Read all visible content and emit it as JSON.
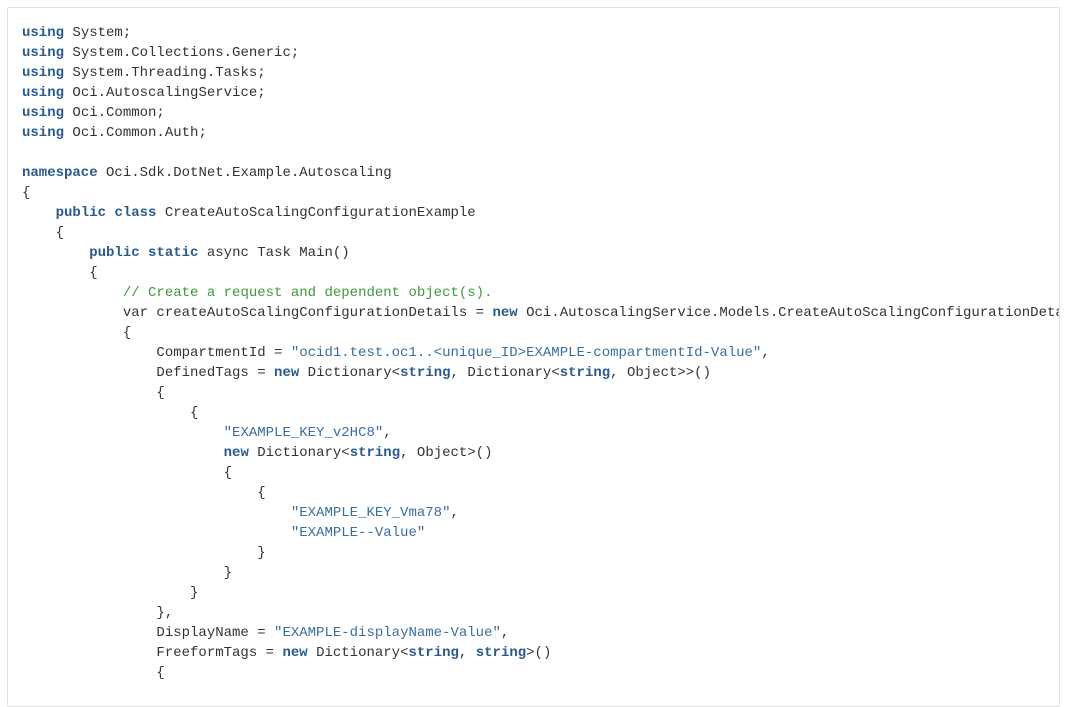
{
  "colors": {
    "keyword": "#2a5a8c",
    "string": "#3a6ea0",
    "comment": "#3c9a3c",
    "plain": "#333333"
  },
  "code_lines": [
    [
      [
        "k",
        "using"
      ],
      [
        "p",
        " System;"
      ]
    ],
    [
      [
        "k",
        "using"
      ],
      [
        "p",
        " System.Collections.Generic;"
      ]
    ],
    [
      [
        "k",
        "using"
      ],
      [
        "p",
        " System.Threading.Tasks;"
      ]
    ],
    [
      [
        "k",
        "using"
      ],
      [
        "p",
        " Oci.AutoscalingService;"
      ]
    ],
    [
      [
        "k",
        "using"
      ],
      [
        "p",
        " Oci.Common;"
      ]
    ],
    [
      [
        "k",
        "using"
      ],
      [
        "p",
        " Oci.Common.Auth;"
      ]
    ],
    [],
    [
      [
        "k",
        "namespace"
      ],
      [
        "p",
        " Oci.Sdk.DotNet.Example.Autoscaling"
      ]
    ],
    [
      [
        "p",
        "{"
      ]
    ],
    [
      [
        "p",
        "    "
      ],
      [
        "k",
        "public"
      ],
      [
        "p",
        " "
      ],
      [
        "k",
        "class"
      ],
      [
        "p",
        " CreateAutoScalingConfigurationExample"
      ]
    ],
    [
      [
        "p",
        "    {"
      ]
    ],
    [
      [
        "p",
        "        "
      ],
      [
        "k",
        "public"
      ],
      [
        "p",
        " "
      ],
      [
        "k",
        "static"
      ],
      [
        "p",
        " async Task Main()"
      ]
    ],
    [
      [
        "p",
        "        {"
      ]
    ],
    [
      [
        "p",
        "            "
      ],
      [
        "c",
        "// Create a request and dependent object(s)."
      ]
    ],
    [
      [
        "p",
        "            var createAutoScalingConfigurationDetails = "
      ],
      [
        "k",
        "new"
      ],
      [
        "p",
        " Oci.AutoscalingService.Models.CreateAutoScalingConfigurationDeta"
      ]
    ],
    [
      [
        "p",
        "            {"
      ]
    ],
    [
      [
        "p",
        "                CompartmentId = "
      ],
      [
        "s",
        "\"ocid1.test.oc1..<unique_ID>EXAMPLE-compartmentId-Value\""
      ],
      [
        "p",
        ","
      ]
    ],
    [
      [
        "p",
        "                DefinedTags = "
      ],
      [
        "k",
        "new"
      ],
      [
        "p",
        " Dictionary<"
      ],
      [
        "k",
        "string"
      ],
      [
        "p",
        ", Dictionary<"
      ],
      [
        "k",
        "string"
      ],
      [
        "p",
        ", Object>>()"
      ]
    ],
    [
      [
        "p",
        "                {"
      ]
    ],
    [
      [
        "p",
        "                    {"
      ]
    ],
    [
      [
        "p",
        "                        "
      ],
      [
        "s",
        "\"EXAMPLE_KEY_v2HC8\""
      ],
      [
        "p",
        ","
      ]
    ],
    [
      [
        "p",
        "                        "
      ],
      [
        "k",
        "new"
      ],
      [
        "p",
        " Dictionary<"
      ],
      [
        "k",
        "string"
      ],
      [
        "p",
        ", Object>()"
      ]
    ],
    [
      [
        "p",
        "                        {"
      ]
    ],
    [
      [
        "p",
        "                            {"
      ]
    ],
    [
      [
        "p",
        "                                "
      ],
      [
        "s",
        "\"EXAMPLE_KEY_Vma78\""
      ],
      [
        "p",
        ","
      ]
    ],
    [
      [
        "p",
        "                                "
      ],
      [
        "s",
        "\"EXAMPLE--Value\""
      ]
    ],
    [
      [
        "p",
        "                            }"
      ]
    ],
    [
      [
        "p",
        "                        }"
      ]
    ],
    [
      [
        "p",
        "                    }"
      ]
    ],
    [
      [
        "p",
        "                },"
      ]
    ],
    [
      [
        "p",
        "                DisplayName = "
      ],
      [
        "s",
        "\"EXAMPLE-displayName-Value\""
      ],
      [
        "p",
        ","
      ]
    ],
    [
      [
        "p",
        "                FreeformTags = "
      ],
      [
        "k",
        "new"
      ],
      [
        "p",
        " Dictionary<"
      ],
      [
        "k",
        "string"
      ],
      [
        "p",
        ", "
      ],
      [
        "k",
        "string"
      ],
      [
        "p",
        ">()"
      ]
    ],
    [
      [
        "p",
        "                {"
      ]
    ]
  ]
}
